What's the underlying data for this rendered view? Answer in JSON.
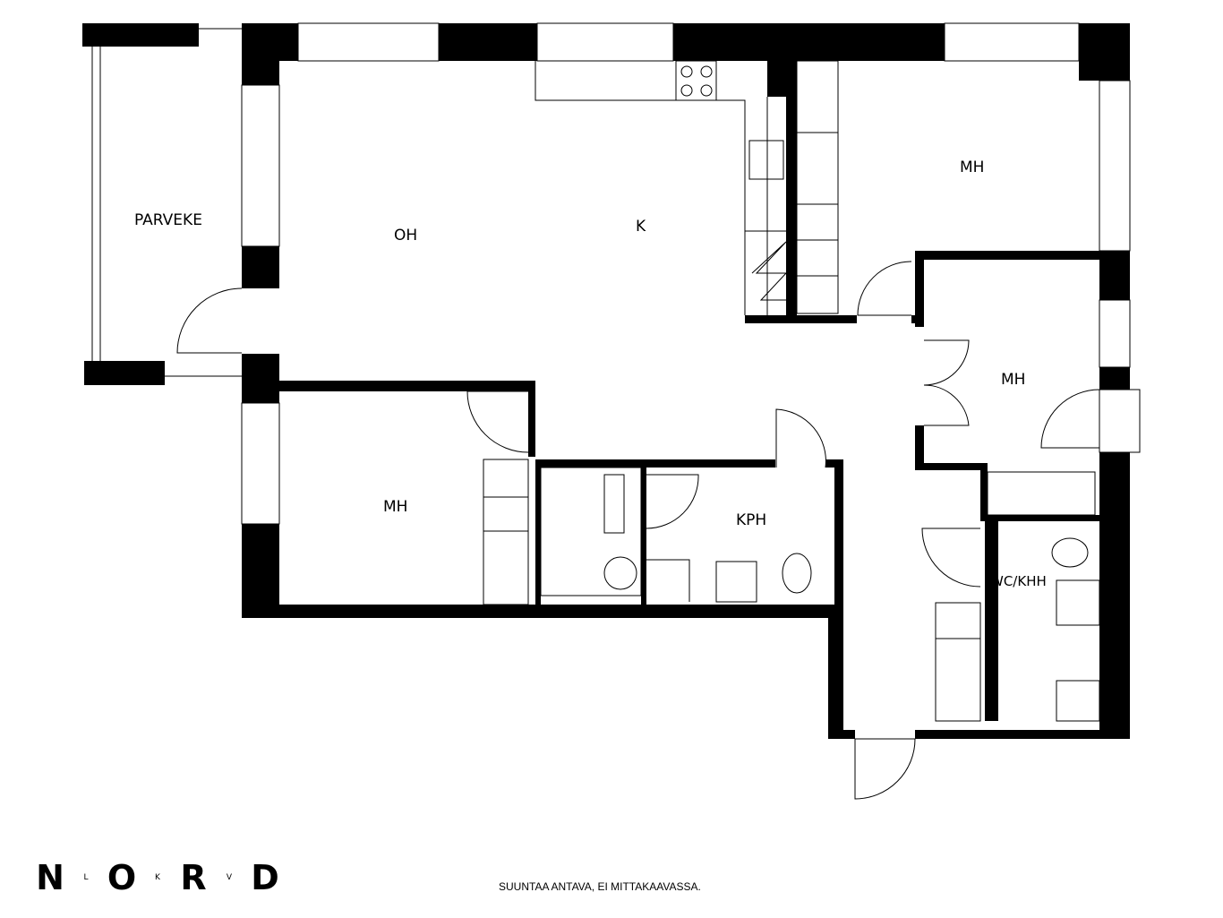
{
  "rooms": {
    "balcony": "PARVEKE",
    "living": "OH",
    "kitchen": "K",
    "bedroom_top_right": "MH",
    "bedroom_middle_right": "MH",
    "bedroom_left": "MH",
    "bathroom": "KPH",
    "toilet": "WC/KHH"
  },
  "logo": {
    "letters": [
      "N",
      "L",
      "O",
      "K",
      "R",
      "V",
      "D"
    ]
  },
  "footer": {
    "disclaimer": "SUUNTAA ANTAVA, EI MITTAKAAVASSA."
  },
  "colors": {
    "wall": "#000000",
    "background": "#ffffff"
  }
}
